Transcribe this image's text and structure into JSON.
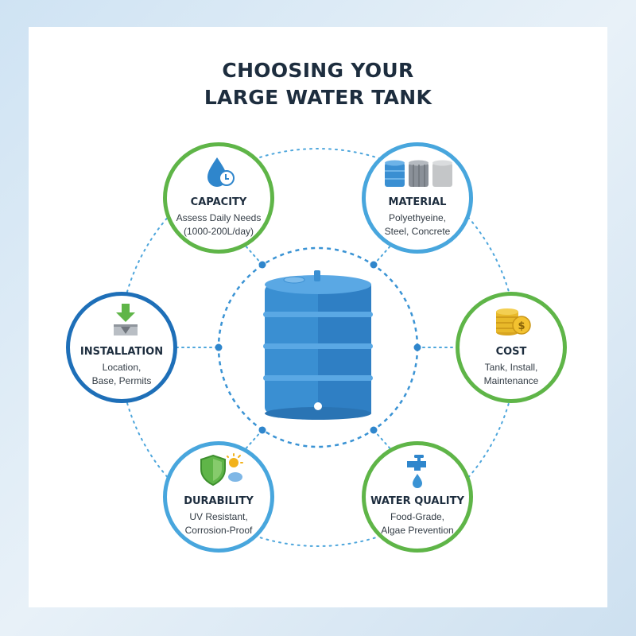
{
  "title": {
    "line1": "CHOOSING YOUR",
    "line2": "LARGE WATER TANK"
  },
  "nodes": [
    {
      "key": "capacity",
      "title": "CAPACITY",
      "line1": "Assess Daily Needs",
      "line2": "(1000-200L/day)",
      "icon": "water-drop-clock-icon",
      "ring": "#5fb548"
    },
    {
      "key": "material",
      "title": "MATERIAL",
      "line1": "Polyethyeine,",
      "line2": "Steel, Concrete",
      "icon": "tank-materials-icon",
      "ring": "#48a6dd"
    },
    {
      "key": "cost",
      "title": "COST",
      "line1": "Tank, Install,",
      "line2": "Maintenance",
      "icon": "coins-icon",
      "ring": "#5fb548"
    },
    {
      "key": "water_quality",
      "title": "WATER QUALITY",
      "line1": "Food-Grade,",
      "line2": "Algae Prevention",
      "icon": "faucet-drop-icon",
      "ring": "#5fb548"
    },
    {
      "key": "durability",
      "title": "DURABILITY",
      "line1": "UV Resistant,",
      "line2": "Corrosion-Proof",
      "icon": "shield-sun-icon",
      "ring": "#48a6dd"
    },
    {
      "key": "installation",
      "title": "INSTALLATION",
      "line1": "Location,",
      "line2": "Base, Permits",
      "icon": "install-arrow-icon",
      "ring": "#1e6fb8"
    }
  ],
  "colors": {
    "green": "#5fb548",
    "blue": "#48a6dd",
    "dark_blue": "#1e6fb8",
    "tank": "#3a8fd2",
    "text": "#1d2d3e"
  }
}
